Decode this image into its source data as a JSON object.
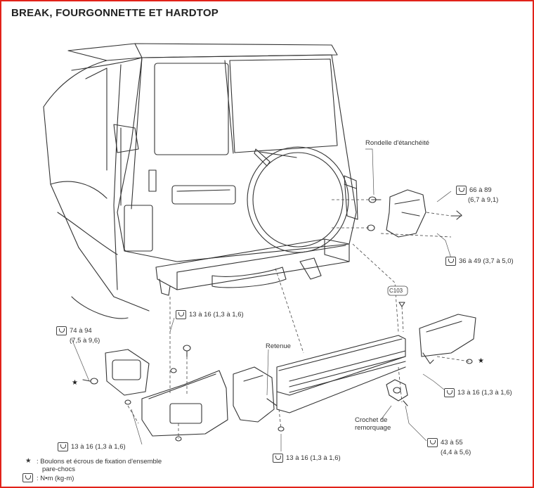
{
  "title": "BREAK, FOURGONNETTE ET HARDTOP",
  "labels": {
    "rondelle": "Rondelle d'étanchéité",
    "torque_top_right_1": "66 à 89",
    "torque_top_right_2": "(6,7 à 9,1)",
    "torque_mid_right": "36 à 49 (3,7 à 5,0)",
    "c103": "C103",
    "torque_left_1": "74 à 94",
    "torque_left_2": "(7,5 à 9,6)",
    "torque_center": "13 à 16 (1,3 à 1,6)",
    "retenue": "Retenue",
    "torque_right_lower": "13 à 16 (1,3 à 1,6)",
    "crochet_1": "Crochet de",
    "crochet_2": "remorquage",
    "torque_hook_1": "43 à 55",
    "torque_hook_2": "(4,4 à 5,6)",
    "torque_bottom_left": "13 à 16 (1,3 à 1,6)",
    "torque_bottom_center": "13 à 16 (1,3 à 1,6)"
  },
  "legend": {
    "star_symbol": "★",
    "star_text_1": ": Boulons et écrous de fixation d'ensemble",
    "star_text_2": "pare-chocs",
    "torque_text": ": N•m (kg-m)"
  },
  "icons": {
    "torque": "torque-wrench-icon",
    "star": "star-icon"
  }
}
